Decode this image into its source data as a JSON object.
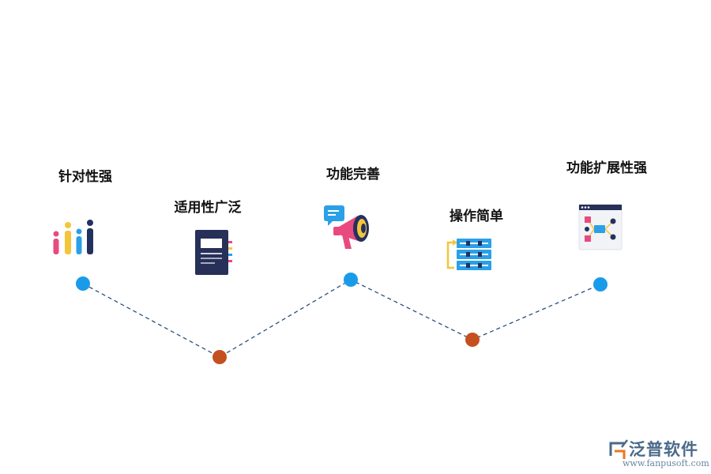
{
  "steps": [
    {
      "label": "针对性强",
      "icon": "bar-chart-icon"
    },
    {
      "label": "适用性广泛",
      "icon": "document-icon"
    },
    {
      "label": "功能完善",
      "icon": "megaphone-icon"
    },
    {
      "label": "操作简单",
      "icon": "server-icon"
    },
    {
      "label": "功能扩展性强",
      "icon": "flowchart-icon"
    }
  ],
  "logo": {
    "name": "泛普软件",
    "url": "www.fanpusoft.com"
  },
  "colors": {
    "high_node": "#1a9bea",
    "low_node": "#c4501f",
    "line": "#2a4f7a"
  }
}
